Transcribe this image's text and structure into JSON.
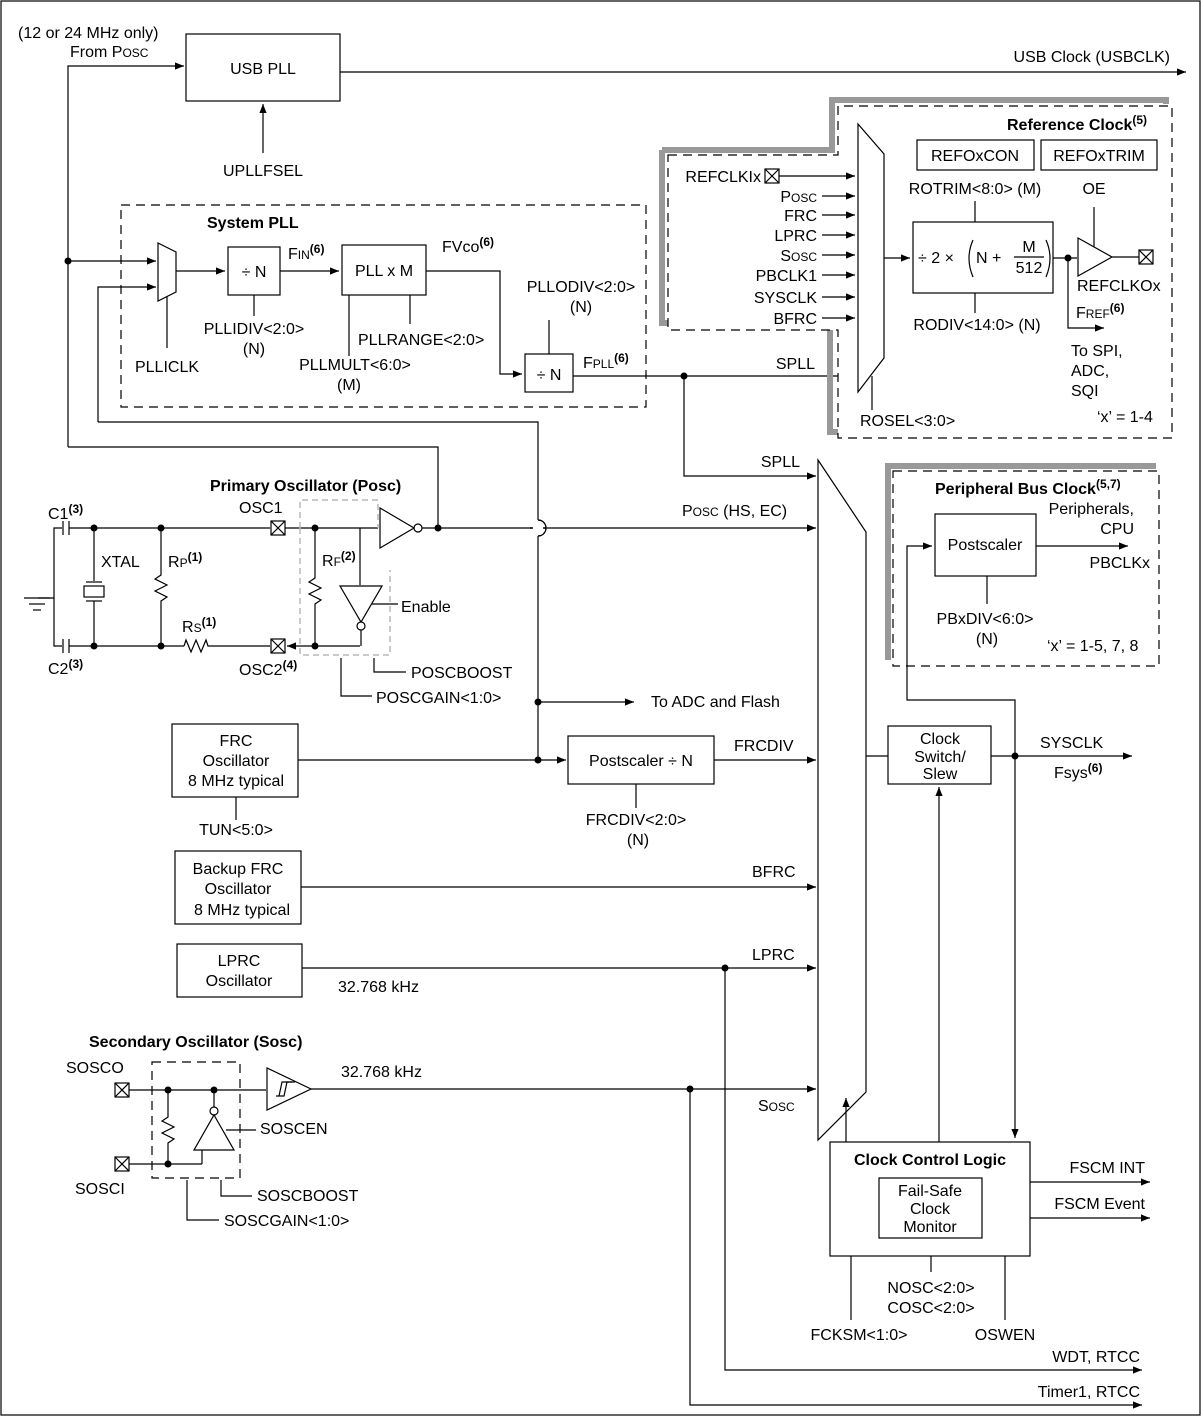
{
  "usb": {
    "src_note": "(12 or 24 MHz only)",
    "src_from": "From P",
    "src_osc": "OSC",
    "block": "USB PLL",
    "out": "USB Clock (USBCLK)",
    "sel": "UPLLFSEL"
  },
  "syspll": {
    "title": "System PLL",
    "div_n": "÷ N",
    "fin": "F",
    "fin_sub": "IN",
    "fin_sup": "(6)",
    "pllxm": "PLL x M",
    "fvco": "FVco",
    "fvco_sup": "(6)",
    "pllodiv": "PLLODIV<2:0>",
    "pllodiv_n": "(N)",
    "odiv_n": "÷ N",
    "fpll": "F",
    "fpll_sub": "PLL",
    "fpll_sup": "(6)",
    "pllrange": "PLLRANGE<2:0>",
    "pllidiv": "PLLIDIV<2:0>",
    "pllidiv_n": "(N)",
    "pllmult": "PLLMULT<6:0>",
    "pllmult_m": "(M)",
    "pllclk": "PLLICLK",
    "spll": "SPLL"
  },
  "refclk": {
    "title": "Reference Clock",
    "title_sup": "(5)",
    "con": "REFOxCON",
    "trim": "REFOxTRIM",
    "inputs": [
      "REFCLKIx",
      "P",
      "FRC",
      "LPRC",
      "S",
      "PBCLK1",
      "SYSCLK",
      "BFRC"
    ],
    "posc_sc": "OSC",
    "sosc_sc": "OSC",
    "rotrim": "ROTRIM<8:0> (M)",
    "oe": "OE",
    "div_a": "÷ 2 ×",
    "div_n": "N +",
    "div_m": "M",
    "div_512": "512",
    "rodiv": "RODIV<14:0> (N)",
    "out": "REFCLKOx",
    "fref": "F",
    "fref_sub": "REF",
    "fref_sup": "(6)",
    "to1": "To SPI,",
    "to2": "ADC,",
    "to3": "SQI",
    "rosel": "ROSEL<3:0>",
    "xnote": "‘x’ = 1-4"
  },
  "posc": {
    "title": "Primary Oscillator (Posc)",
    "c1": "C1",
    "c1_sup": "(3)",
    "c2": "C2",
    "c2_sup": "(3)",
    "xtal": "XTAL",
    "rp": "R",
    "rp_sub": "P",
    "rp_sup": "(1)",
    "rf": "R",
    "rf_sub": "F",
    "rf_sup": "(2)",
    "rs": "R",
    "rs_sub": "S",
    "rs_sup": "(1)",
    "osc1": "OSC1",
    "osc2": "OSC2",
    "osc2_sup": "(4)",
    "enable": "Enable",
    "boost": "POSCBOOST",
    "gain": "POSCGAIN<1:0>",
    "out_p": "P",
    "out_sc": "OSC",
    "out_mode": " (HS, EC)",
    "to_adc": "To ADC and Flash"
  },
  "frc": {
    "l1": "FRC",
    "l2": "Oscillator",
    "l3": "8 MHz typical",
    "tun": "TUN<5:0>",
    "post": "Postscaler ÷ N",
    "frcdiv_sel": "FRCDIV<2:0>",
    "frcdiv_n": "(N)",
    "out": "FRCDIV"
  },
  "bfrc": {
    "l1": "Backup FRC",
    "l2": "Oscillator",
    "l3": "8 MHz typical",
    "out": "BFRC"
  },
  "lprc": {
    "l1": "LPRC",
    "l2": "Oscillator",
    "freq": "32.768 kHz",
    "out": "LPRC"
  },
  "sosc": {
    "title": "Secondary Oscillator (Sosc)",
    "pin_o": "SOSCO",
    "pin_i": "SOSCI",
    "en": "SOSCEN",
    "boost": "SOSCBOOST",
    "gain": "SOSCGAIN<1:0>",
    "freq": "32.768 kHz",
    "out_s": "S",
    "out_sc": "OSC"
  },
  "pbclk": {
    "title": "Peripheral Bus Clock",
    "title_sup": "(5,7)",
    "post": "Postscaler",
    "out1": "Peripherals,",
    "out2": "CPU",
    "out3": "PBCLKx",
    "div": "PBxDIV<6:0>",
    "div_n": "(N)",
    "xnote": "‘x’ = 1-5, 7, 8"
  },
  "sw": {
    "l1": "Clock",
    "l2": "Switch/",
    "l3": "Slew",
    "sysclk": "SYSCLK",
    "fsys": "Fsys",
    "fsys_sup": "(6)"
  },
  "ccl": {
    "title": "Clock Control Logic",
    "fs1": "Fail-Safe",
    "fs2": "Clock",
    "fs3": "Monitor",
    "int": "FSCM INT",
    "event": "FSCM Event",
    "nosc": "NOSC<2:0>",
    "cosc": "COSC<2:0>",
    "fcksm": "FCKSM<1:0>",
    "oswen": "OSWEN",
    "wdt": "WDT, RTCC",
    "timer": "Timer1, RTCC"
  }
}
